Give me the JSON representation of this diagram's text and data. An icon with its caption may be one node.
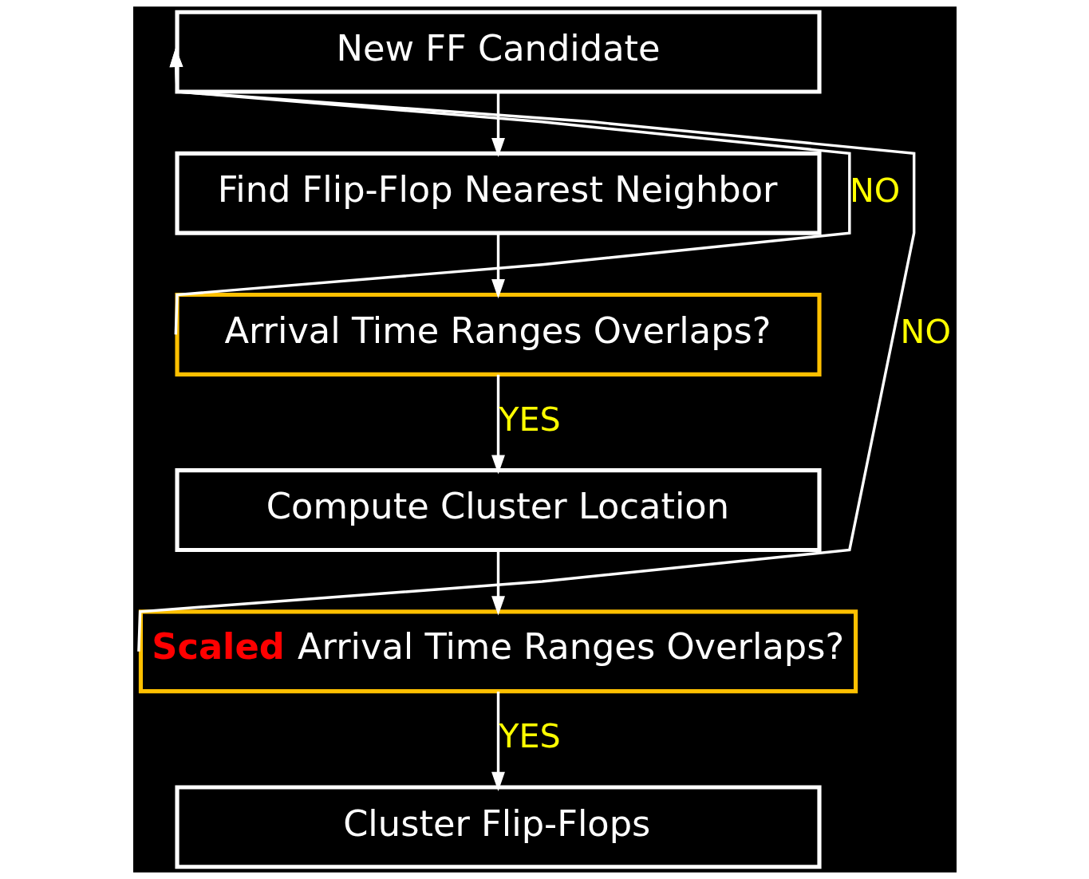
{
  "diagram": {
    "nodes": [
      {
        "text": [
          "New FF Candidate"
        ]
      },
      {
        "text": [
          "Find Flip-Flop Nearest Neighbor"
        ]
      },
      {
        "text": [
          "Arrival Time Ranges Overlaps?"
        ]
      },
      {
        "text": [
          "Compute Cluster Location"
        ]
      },
      {
        "text": [
          "**Scaled** Arrival Time Ranges Overlaps?"
        ]
      },
      {
        "text": [
          "Cluster Flip-Flops"
        ]
      }
    ],
    "edges": [
      {
        "from": 0,
        "to": 1,
        "arrow": "to"
      },
      {
        "from": 1,
        "to": 2,
        "arrow": "to"
      },
      {
        "from": 2,
        "to": 3,
        "arrow": "to",
        "label": "YES"
      },
      {
        "from": 3,
        "to": 4,
        "arrow": "to"
      },
      {
        "from": 4,
        "to": 5,
        "arrow": "to",
        "label": "YES"
      },
      {
        "from": 2,
        "to": 0,
        "arrow": "to",
        "label": "NO"
      },
      {
        "from": 4,
        "to": 0,
        "arrow": "to",
        "label": "NO"
      }
    ]
  }
}
